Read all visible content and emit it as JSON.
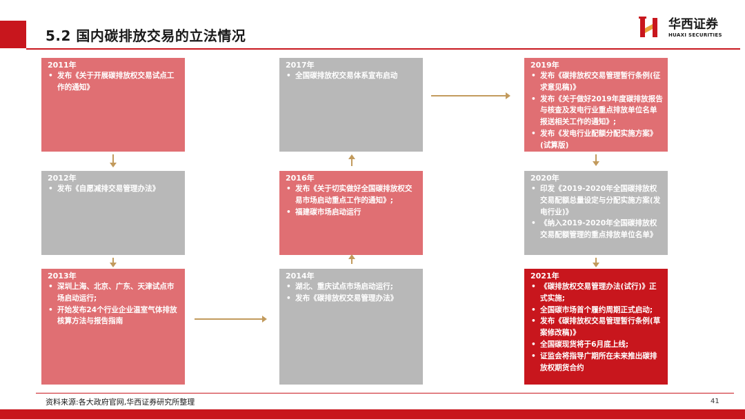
{
  "header": {
    "title": "5.2 国内碳排放交易的立法情况",
    "logo_cn": "华西证券",
    "logo_en": "HUAXI SECURITIES"
  },
  "cards": [
    {
      "year": "2011年",
      "items": [
        "发布《关于开展碳排放权交易试点工作的通知》"
      ]
    },
    {
      "year": "2017年",
      "items": [
        "全国碳排放权交易体系宣布启动"
      ]
    },
    {
      "year": "2019年",
      "items": [
        "发布《碳排放权交易管理暂行条例(征求意见稿)》",
        "发布《关于做好2019年度碳排放报告与核查及发电行业重点排放单位名单报送相关工作的通知》;",
        "发布《发电行业配额分配实施方案》(试算版)"
      ]
    },
    {
      "year": "2012年",
      "items": [
        "发布《自愿减排交易管理办法》"
      ]
    },
    {
      "year": "2016年",
      "items": [
        "发布《关于切实做好全国碳排放权交易市场启动重点工作的通知》;",
        "福建碳市场启动运行"
      ]
    },
    {
      "year": "2020年",
      "items": [
        "印发《2019-2020年全国碳排放权交易配额总量设定与分配实施方案(发电行业)》",
        "《纳入2019-2020年全国碳排放权交易配额管理的重点排放单位名单》"
      ]
    },
    {
      "year": "2013年",
      "items": [
        "深圳上海、北京、广东、天津试点市场启动运行;",
        "开始发布24个行业企业温室气体排放核算方法与报告指南"
      ]
    },
    {
      "year": "2014年",
      "items": [
        "湖北、重庆试点市场启动运行;",
        "发布《碳排放权交易管理办法》"
      ]
    },
    {
      "year": "2021年",
      "items": [
        "《碳排放权交易管理办法(试行)》正式实施;",
        "全国碳市场首个履约周期正式启动;",
        "发布《碳排放权交易管理暂行条例(草案修改稿)》",
        "全国碳现货将于6月底上线;",
        "证监会将指导广期所在未来推出碳排放权期货合约"
      ]
    }
  ],
  "footer": {
    "source": "资料来源:各大政府官网,华西证券研究所整理",
    "page": "41"
  },
  "colors": {
    "accent": "#c8161d",
    "pink": "#e06f73",
    "gray": "#b8b8b8",
    "arrow": "#c29a5c"
  }
}
